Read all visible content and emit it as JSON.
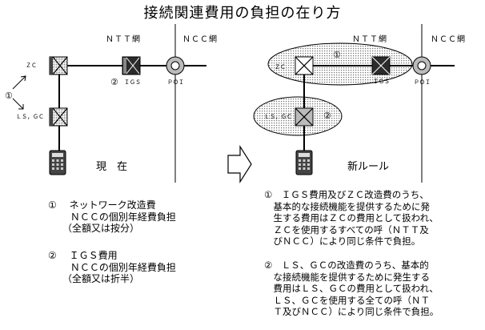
{
  "title": "接続関連費用の負担の在り方",
  "left": {
    "ntt_label": "ＮＴＴ網",
    "ncc_label": "ＮＣＣ網",
    "zc": "ＺＣ",
    "lsgc": "ＬＳ，ＧＣ",
    "igs": "ＩＧＳ",
    "poi": "ＰＯＩ",
    "marker1": "①",
    "marker2": "②",
    "caption": "現　在"
  },
  "right": {
    "ntt_label": "ＮＴＴ網",
    "ncc_label": "ＮＣＣ網",
    "zc": "ＺＣ",
    "lsgc": "ＬＳ，ＧＣ",
    "igs": "ＩＧＳ",
    "poi": "ＰＯＩ",
    "marker1": "①",
    "marker2": "②",
    "caption": "新ルール"
  },
  "current_notes": {
    "item1": "①　 ネットワーク改造費\n　　 ＮＣＣの個別年経費負担\n　　（全額又は按分）",
    "item2": "②　 ＩＧＳ費用\n　　 ＮＣＣの個別年経費負担\n　　（全額又は折半）"
  },
  "new_notes": {
    "item1": "①　ＩＧＳ費用及びＺＣ改造費のうち、\n　基本的な接続機能を提供するために発\n　生する費用はＺＣの費用として扱われ、\n　ＺＣを使用するすべての呼（ＮＴＴ及\n　びＮＣＣ）により同じ条件で負担。",
    "item2": "②　ＬＳ、ＧＣの改造費のうち、基本的\n　な接続機能を提供するために発生する\n　費用はＬＳ、ＧＣの費用として扱われ、\n　ＬＳ、ＧＣを使用する全ての呼（ＮＴ\n　Ｔ及びＮＣＣ）により同じ条件で負担。"
  }
}
